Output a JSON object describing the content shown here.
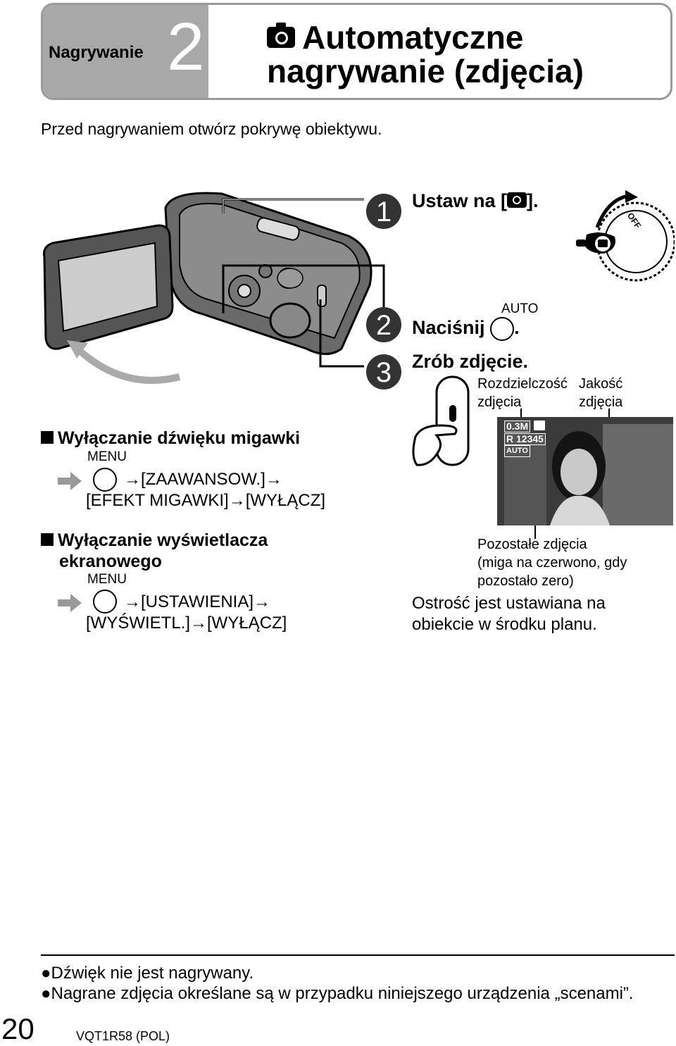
{
  "header": {
    "section": "Nagrywanie",
    "chapter": "2",
    "title_line1": "Automatyczne",
    "title_line2": "nagrywanie (zdjęcia)"
  },
  "intro": "Przed nagrywaniem otwórz pokrywę obiektywu.",
  "steps": [
    {
      "num": "1",
      "text_before": "Ustaw na [",
      "text_after": "]."
    },
    {
      "num": "2",
      "text": "Naciśnij",
      "button_label": "AUTO",
      "text_after": "."
    },
    {
      "num": "3",
      "text": "Zrób zdjęcie."
    }
  ],
  "dial": {
    "off_label": "OFF"
  },
  "callouts": {
    "resolution": [
      "Rozdzielczość",
      "zdjęcia"
    ],
    "quality": [
      "Jakość",
      "zdjęcia"
    ],
    "remaining": [
      "Pozostałe zdjęcia",
      "(miga na czerwono, gdy",
      "pozostało zero)"
    ]
  },
  "osd": {
    "resolution": "0.3M",
    "remaining": "R 12345",
    "mode": "AUTO"
  },
  "focus_note": [
    "Ostrość jest ustawiana na",
    "obiekcie w środku planu."
  ],
  "shutter_sound": {
    "heading": "Wyłączanie dźwięku migawki",
    "menu_label": "MENU",
    "line1": "→[ZAAWANSOW.]→",
    "line2": "[EFEKT MIGAWKI]→[WYŁĄCZ]"
  },
  "display_off": {
    "heading_line1": "Wyłączanie wyświetlacza",
    "heading_line2": "ekranowego",
    "menu_label": "MENU",
    "line1": "→[USTAWIENIA]→",
    "line2": "[WYŚWIETL.]→[WYŁĄCZ]"
  },
  "notes": [
    "●Dźwięk nie jest nagrywany.",
    "●Nagrane zdjęcia określane są w przypadku niniejszego urządzenia „scenami”."
  ],
  "page_number": "20",
  "doc_code": "VQT1R58 (POL)"
}
